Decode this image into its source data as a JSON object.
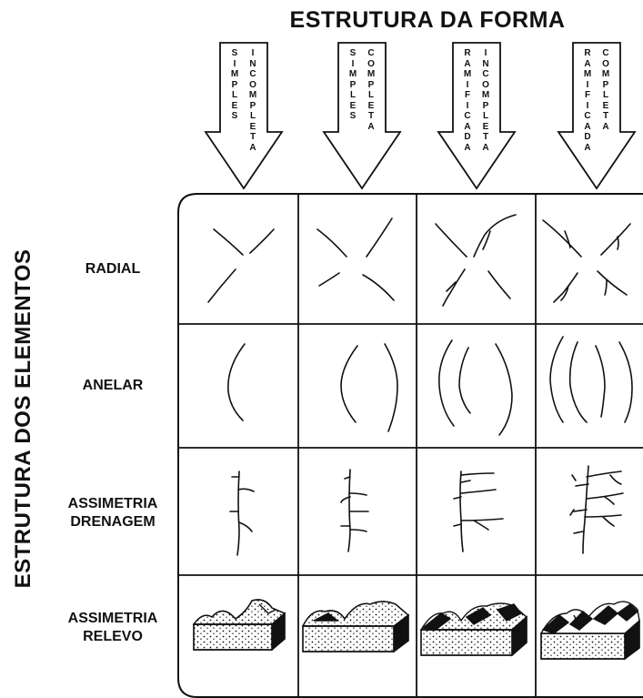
{
  "title": "ESTRUTURA DA FORMA",
  "side_title": "ESTRUTURA DOS ELEMENTOS",
  "columns": [
    {
      "words": [
        "SIMPLES",
        "INCOMPLETA"
      ]
    },
    {
      "words": [
        "SIMPLES",
        "COMPLETA"
      ]
    },
    {
      "words": [
        "RAMIFICADA",
        "INCOMPLETA"
      ]
    },
    {
      "words": [
        "RAMIFICADA",
        "COMPLETA"
      ]
    }
  ],
  "rows": [
    {
      "lines": [
        "RADIAL"
      ]
    },
    {
      "lines": [
        "ANELAR"
      ]
    },
    {
      "lines": [
        "ASSIMETRIA",
        "DRENAGEM"
      ]
    },
    {
      "lines": [
        "ASSIMETRIA",
        "RELEVO"
      ]
    }
  ],
  "colors": {
    "line": "#111111",
    "background": "#ffffff"
  }
}
